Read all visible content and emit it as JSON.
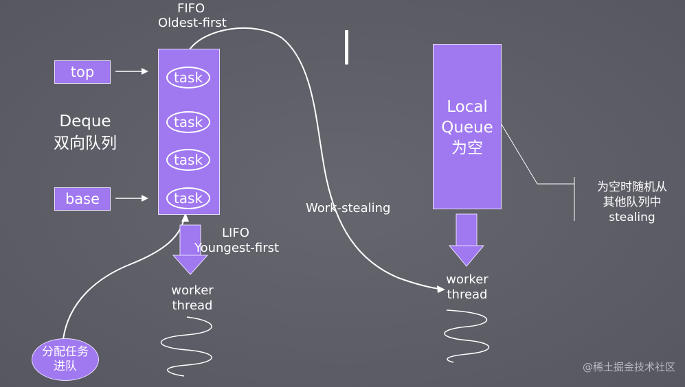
{
  "diagram": {
    "fifo_label": "FIFO",
    "oldest_first_label": "Oldest-first",
    "top_label": "top",
    "base_label": "base",
    "deque_label": "Deque",
    "deque_cn_label": "双向队列",
    "tasks": [
      "task",
      "task",
      "task",
      "task"
    ],
    "lifo_label": "LIFO",
    "youngest_first_label": "Youngest-first",
    "worker_left_line1": "worker",
    "worker_left_line2": "thread",
    "work_stealing_label": "Work-stealing",
    "local_queue_line1": "Local",
    "local_queue_line2": "Queue",
    "local_queue_line3": "为空",
    "steal_note_line1": "为空时随机从",
    "steal_note_line2": "其他队列中",
    "steal_note_line3": "stealing",
    "worker_right_line1": "worker",
    "worker_right_line2": "thread",
    "assign_line1": "分配任务",
    "assign_line2": "进队",
    "watermark": "@稀土掘金技术社区"
  },
  "colors": {
    "background": "#5e5e6a",
    "accent_purple": "#a078f0",
    "text": "#ffffff"
  }
}
